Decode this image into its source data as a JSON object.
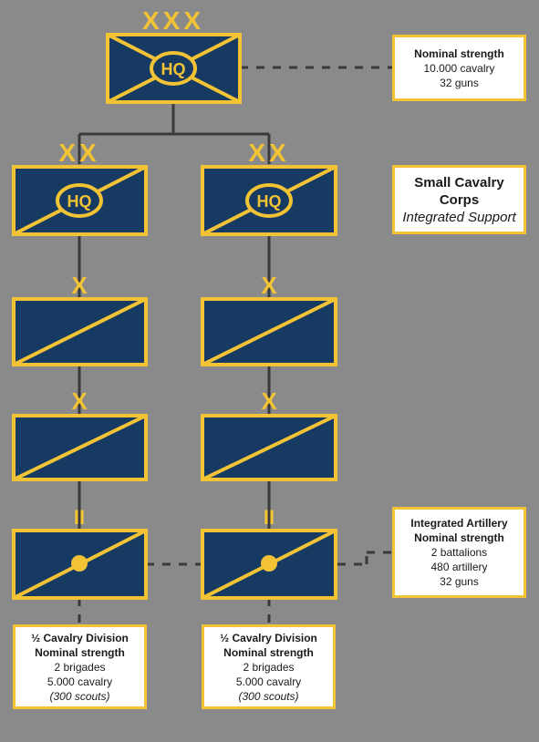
{
  "colors": {
    "background": "#8a8a8a",
    "unit_fill": "#173a63",
    "accent": "#f2c335",
    "connector": "#3a3a3a",
    "box_fill": "#ffffff"
  },
  "army_hq": {
    "echelon_marker": "XXX",
    "label": "HQ",
    "strength_box": {
      "title": "Nominal strength",
      "line1": "10.000 cavalry",
      "line2": "32 guns"
    }
  },
  "corps_info": {
    "title_line1": "Small Cavalry",
    "title_line2": "Corps",
    "subtitle": "Integrated Support"
  },
  "divisions": [
    {
      "hq_marker": "XX",
      "hq_label": "HQ",
      "brigade_marker": "X",
      "regiment_marker": "II",
      "strength_box": {
        "title": "½ Cavalry Division",
        "subtitle": "Nominal strength",
        "line1": "2 brigades",
        "line2": "5.000 cavalry",
        "line3": "(300 scouts)"
      }
    },
    {
      "hq_marker": "XX",
      "hq_label": "HQ",
      "brigade_marker": "X",
      "regiment_marker": "II",
      "strength_box": {
        "title": "½ Cavalry Division",
        "subtitle": "Nominal strength",
        "line1": "2 brigades",
        "line2": "5.000 cavalry",
        "line3": "(300 scouts)"
      }
    }
  ],
  "artillery_info": {
    "title": "Integrated Artillery",
    "subtitle": "Nominal strength",
    "line1": "2 battalions",
    "line2": "480 artillery",
    "line3": "32 guns"
  }
}
